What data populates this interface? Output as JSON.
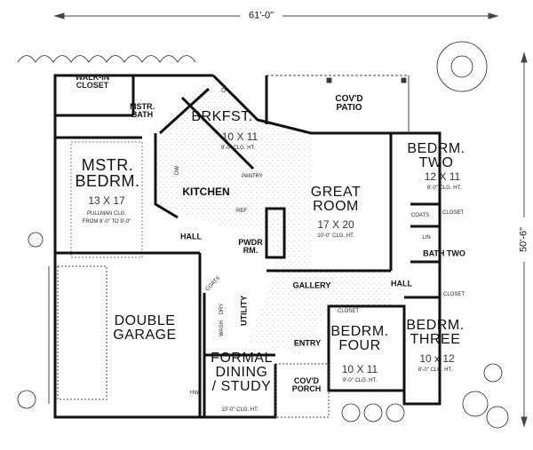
{
  "dimensions": {
    "width": "61'-0\"",
    "depth": "50'-6\""
  },
  "rooms": {
    "walk_in_closet": "WALK-IN CLOSET",
    "mstr_bath": {
      "line1": "MSTR.",
      "line2": "BATH"
    },
    "brkfst": {
      "name": "BRKFST.",
      "size": "10 X 11",
      "ceiling": "9'-0\" CLG. HT."
    },
    "patio": {
      "line1": "COV'D",
      "line2": "PATIO"
    },
    "bedrm_two": {
      "line1": "BEDRM.",
      "line2": "TWO",
      "size": "12 X 11",
      "ceiling": "8'-0\" CLG. HT."
    },
    "mstr_bedrm": {
      "line1": "MSTR.",
      "line2": "BEDRM.",
      "size": "13 X 17",
      "ceiling1": "PULLMAN CLG.",
      "ceiling2": "FROM 8'-0\" TO 9'-0\""
    },
    "kitchen": "KITCHEN",
    "pantry": "PANTRY",
    "ref": "REF",
    "pwdr": {
      "line1": "PWDR",
      "line2": "RM."
    },
    "hall_left": "HALL",
    "great_room": {
      "line1": "GREAT",
      "line2": "ROOM",
      "size": "17 X 20",
      "ceiling": "10'-0\" CLG. HT."
    },
    "coats_right": "COATS",
    "closet_bed2": "CLOSET",
    "lin_right": "LIN",
    "bath_two": "BATH TWO",
    "hall_right": "HALL",
    "gallery": "GALLERY",
    "double_garage": {
      "line1": "DOUBLE",
      "line2": "GARAGE"
    },
    "utility": "UTILITY",
    "wash": "WASH",
    "dry": "DRY",
    "coats_left": "COATS",
    "hw": "HW",
    "ch": "CH",
    "dw": "DW",
    "entry": "ENTRY",
    "bedrm_four": {
      "line1": "BEDRM.",
      "line2": "FOUR",
      "size": "10 X 11",
      "ceiling": "9'-0\" CLG. HT."
    },
    "closet_bed4": "CLOSET",
    "bedrm_three": {
      "line1": "BEDRM.",
      "line2": "THREE",
      "size": "10 x 12",
      "ceiling": "8'-0\" CLG. HT."
    },
    "closet_bed3": "CLOSET",
    "formal_dining": {
      "line1": "FORMAL",
      "line2": "DINING",
      "line3": "/ STUDY",
      "ceiling": "10'-0\" CLG. HT."
    },
    "porch": {
      "line1": "COV'D",
      "line2": "PORCH"
    }
  }
}
